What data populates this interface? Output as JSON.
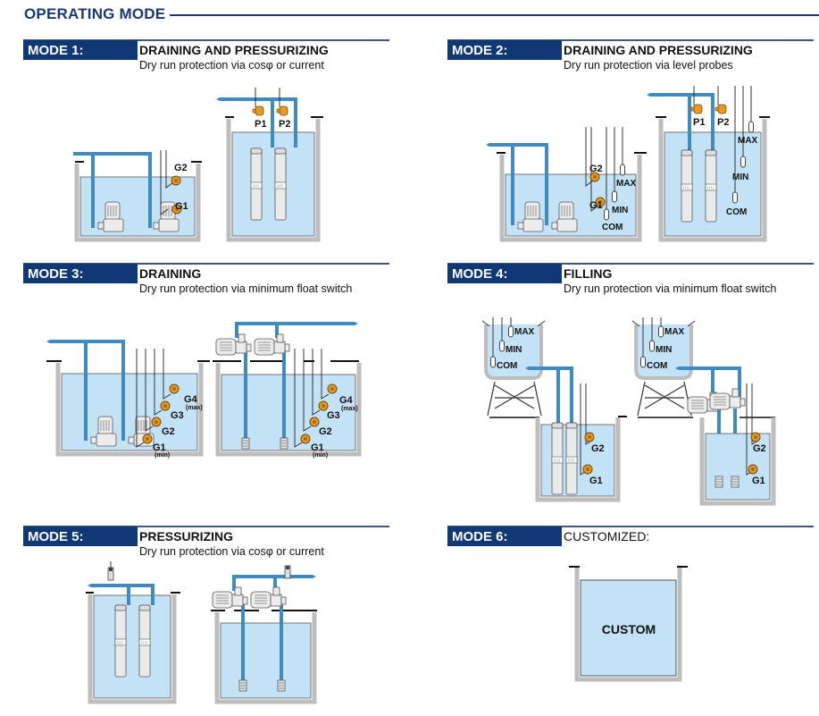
{
  "page": {
    "title": "OPERATING MODE"
  },
  "colors": {
    "brand_navy": "#0f3874",
    "water": "#c3e2f6",
    "pipe": "#3f8ac0",
    "tank_wall": "#bdbdbd",
    "float_switch": "#e89a1e"
  },
  "modes": [
    {
      "badge": "MODE 1:",
      "title": "DRAINING AND PRESSURIZING",
      "subtitle": "Dry run protection via cosφ or current",
      "labels": {
        "g2": "G2",
        "g1": "G1",
        "p1": "P1",
        "p2": "P2"
      }
    },
    {
      "badge": "MODE 2:",
      "title": "DRAINING AND PRESSURIZING",
      "subtitle": "Dry run protection via level probes",
      "labels": {
        "g2": "G2",
        "g1": "G1",
        "max": "MAX",
        "min": "MIN",
        "com": "COM",
        "p1": "P1",
        "p2": "P2"
      }
    },
    {
      "badge": "MODE 3:",
      "title": "DRAINING",
      "subtitle": "Dry run protection via minimum float switch",
      "labels": {
        "g4": "G4",
        "g4_note": "(max)",
        "g3": "G3",
        "g2": "G2",
        "g1": "G1",
        "g1_note": "(min)"
      }
    },
    {
      "badge": "MODE 4:",
      "title": "FILLING",
      "subtitle": "Dry run protection via minimum float switch",
      "labels": {
        "max": "MAX",
        "min": "MIN",
        "com": "COM",
        "g2": "G2",
        "g1": "G1"
      }
    },
    {
      "badge": "MODE 5:",
      "title": "PRESSURIZING",
      "subtitle": "Dry run protection via cosφ or current",
      "labels": {}
    },
    {
      "badge": "MODE 6:",
      "title": "CUSTOMIZED:",
      "subtitle": "",
      "labels": {
        "custom": "CUSTOM"
      }
    }
  ]
}
